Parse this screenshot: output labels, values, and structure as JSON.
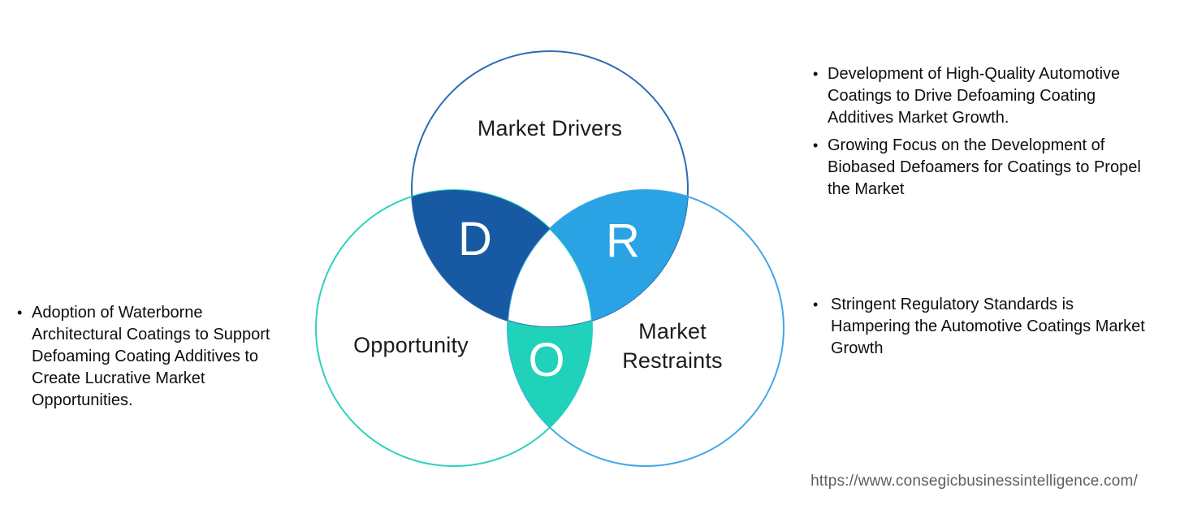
{
  "venn": {
    "drivers": {
      "label": "Market Drivers",
      "letter": "D",
      "outline_color": "#2e6cb3",
      "fill_color": "#1859a4"
    },
    "opportunity": {
      "label": "Opportunity",
      "letter": "O",
      "outline_color": "#2cd2bd",
      "fill_color": "#1fd2b9"
    },
    "restraints": {
      "label": "Market Restraints",
      "letter": "R",
      "outline_color": "#41a8e6",
      "fill_color": "#29a3e3"
    }
  },
  "annotations": {
    "opportunity_points": [
      "Adoption of Waterborne Architectural Coatings to Support Defoaming Coating Additives to Create Lucrative Market Opportunities."
    ],
    "driver_points": [
      "Development of High-Quality Automotive Coatings to Drive Defoaming Coating Additives Market Growth.",
      "Growing Focus on the Development of Biobased Defoamers for Coatings to Propel the Market"
    ],
    "restraint_points": [
      "Stringent Regulatory Standards is Hampering the Automotive Coatings Market Growth"
    ]
  },
  "footer": {
    "source_url": "https://www.consegicbusinessintelligence.com/"
  }
}
